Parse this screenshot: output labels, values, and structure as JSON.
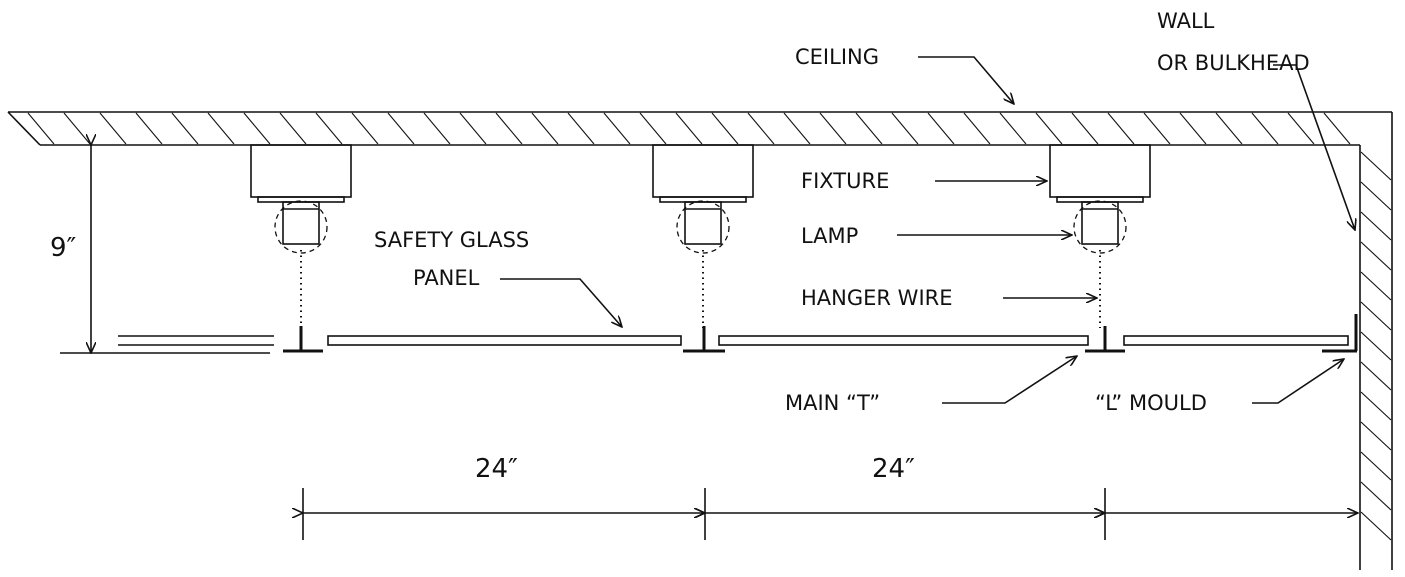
{
  "labels": {
    "ceiling": "CEILING",
    "wall_line1": "WALL",
    "wall_line2": "OR BULKHEAD",
    "fixture": "FIXTURE",
    "lamp": "LAMP",
    "safety_glass_line1": "SAFETY GLASS",
    "safety_glass_line2": "PANEL",
    "hanger_wire": "HANGER WIRE",
    "main_t": "MAIN “T”",
    "l_mould": "“L” MOULD"
  },
  "dimensions": {
    "height": "9″",
    "span1": "24″",
    "span2": "24″"
  }
}
